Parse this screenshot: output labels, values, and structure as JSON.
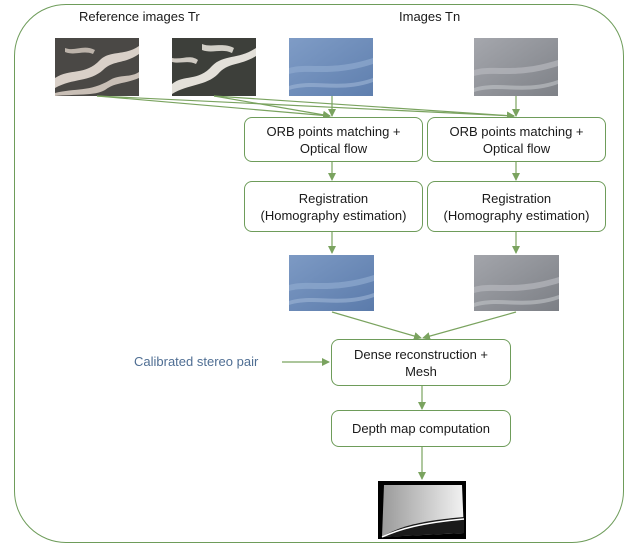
{
  "header": {
    "reference_title": "Reference images Tr",
    "images_title": "Images Tn"
  },
  "boxes": {
    "orb_left": [
      "ORB points matching +",
      "Optical flow"
    ],
    "orb_right": [
      "ORB points matching +",
      "Optical flow"
    ],
    "reg_left": [
      "Registration",
      "(Homography estimation)"
    ],
    "reg_right": [
      "Registration",
      "(Homography estimation)"
    ],
    "dense": [
      "Dense reconstruction +",
      "Mesh"
    ],
    "depth": [
      "Depth map computation"
    ]
  },
  "side_label": "Calibrated stereo pair",
  "colors": {
    "border": "#6e9c5a",
    "arrow": "#7aa35f",
    "side_label": "#4f6e93"
  }
}
